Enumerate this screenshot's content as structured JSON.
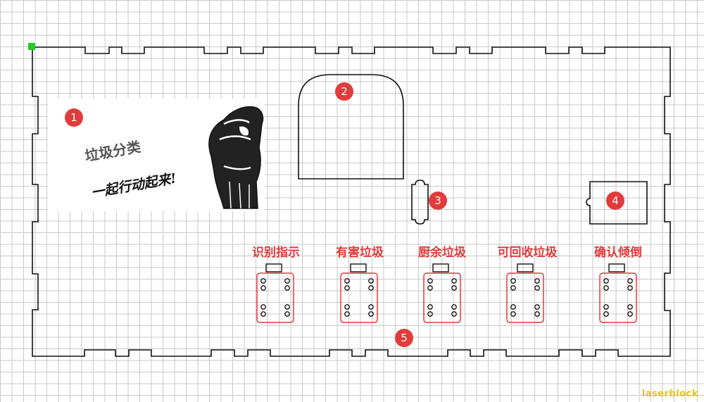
{
  "poster": {
    "title": "垃圾分类",
    "slogan": "一起行动起来!"
  },
  "labels": [
    "识别指示",
    "有害垃圾",
    "厨余垃圾",
    "可回收垃圾",
    "确认倾倒"
  ],
  "badges": [
    "1",
    "2",
    "3",
    "4",
    "5"
  ],
  "brand": "laserblock",
  "colors": {
    "accent": "#e23b3b",
    "outline": "#111111",
    "origin_marker": "#22cc22",
    "brand": "#e8c21a"
  }
}
